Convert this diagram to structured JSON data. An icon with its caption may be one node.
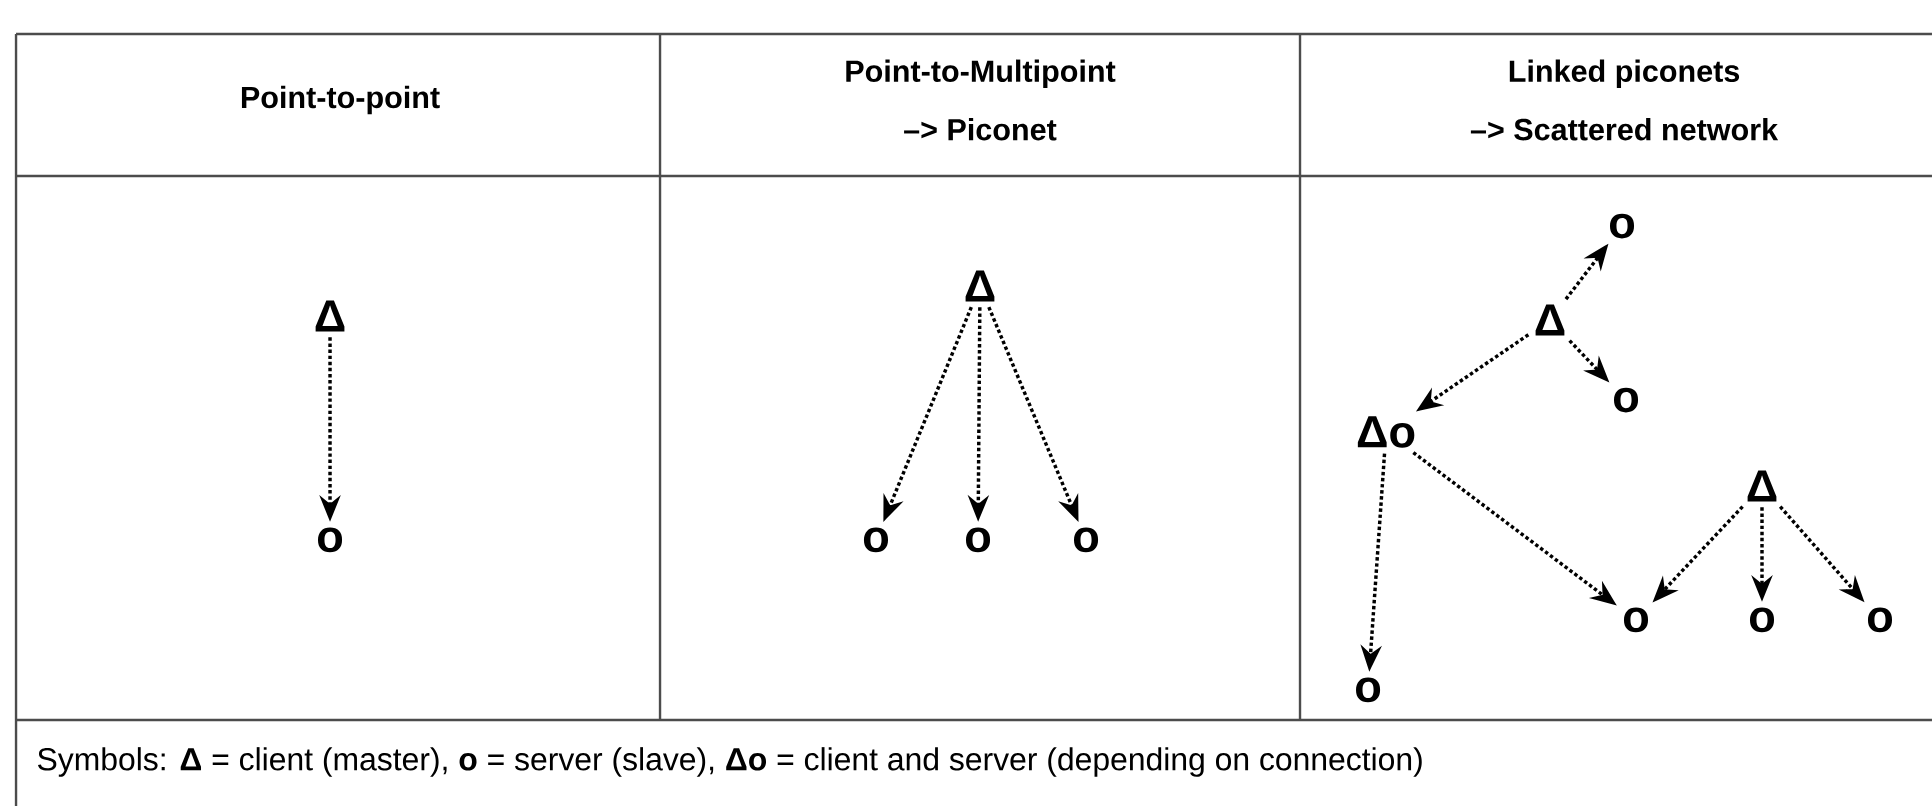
{
  "diagram": {
    "nodes": [
      {
        "text": [
          "Δ"
        ]
      },
      {
        "text": [
          "o"
        ]
      },
      {
        "text": [
          "Δ"
        ]
      },
      {
        "text": [
          "o"
        ]
      },
      {
        "text": [
          "o"
        ]
      },
      {
        "text": [
          "o"
        ]
      },
      {
        "text": [
          "o"
        ]
      },
      {
        "text": [
          "Δ"
        ]
      },
      {
        "text": [
          "o"
        ]
      },
      {
        "text": [
          "Δo"
        ]
      },
      {
        "text": [
          "o"
        ]
      },
      {
        "text": [
          "Δ"
        ]
      },
      {
        "text": [
          "o"
        ]
      },
      {
        "text": [
          "o"
        ]
      },
      {
        "text": [
          "o"
        ]
      }
    ],
    "edges": [
      {
        "from": 0,
        "to": 1,
        "arrow": "to"
      },
      {
        "from": 2,
        "to": 3,
        "arrow": "to"
      },
      {
        "from": 2,
        "to": 4,
        "arrow": "to"
      },
      {
        "from": 2,
        "to": 5,
        "arrow": "to"
      },
      {
        "from": 7,
        "to": 6,
        "arrow": "to"
      },
      {
        "from": 7,
        "to": 8,
        "arrow": "to"
      },
      {
        "from": 7,
        "to": 9,
        "arrow": "to"
      },
      {
        "from": 9,
        "to": 10,
        "arrow": "to"
      },
      {
        "from": 9,
        "to": 12,
        "arrow": "to"
      },
      {
        "from": 11,
        "to": 12,
        "arrow": "to"
      },
      {
        "from": 11,
        "to": 13,
        "arrow": "to"
      },
      {
        "from": 11,
        "to": 14,
        "arrow": "to"
      }
    ],
    "labels": [
      "Point-to-point",
      "Point-to-Multipoint –> Piconet",
      "Linked piconets –> Scattered network",
      "Symbols: **Δ** = client (master), **o** = server (slave), **Δo** = client and server (depending on connection)"
    ]
  }
}
